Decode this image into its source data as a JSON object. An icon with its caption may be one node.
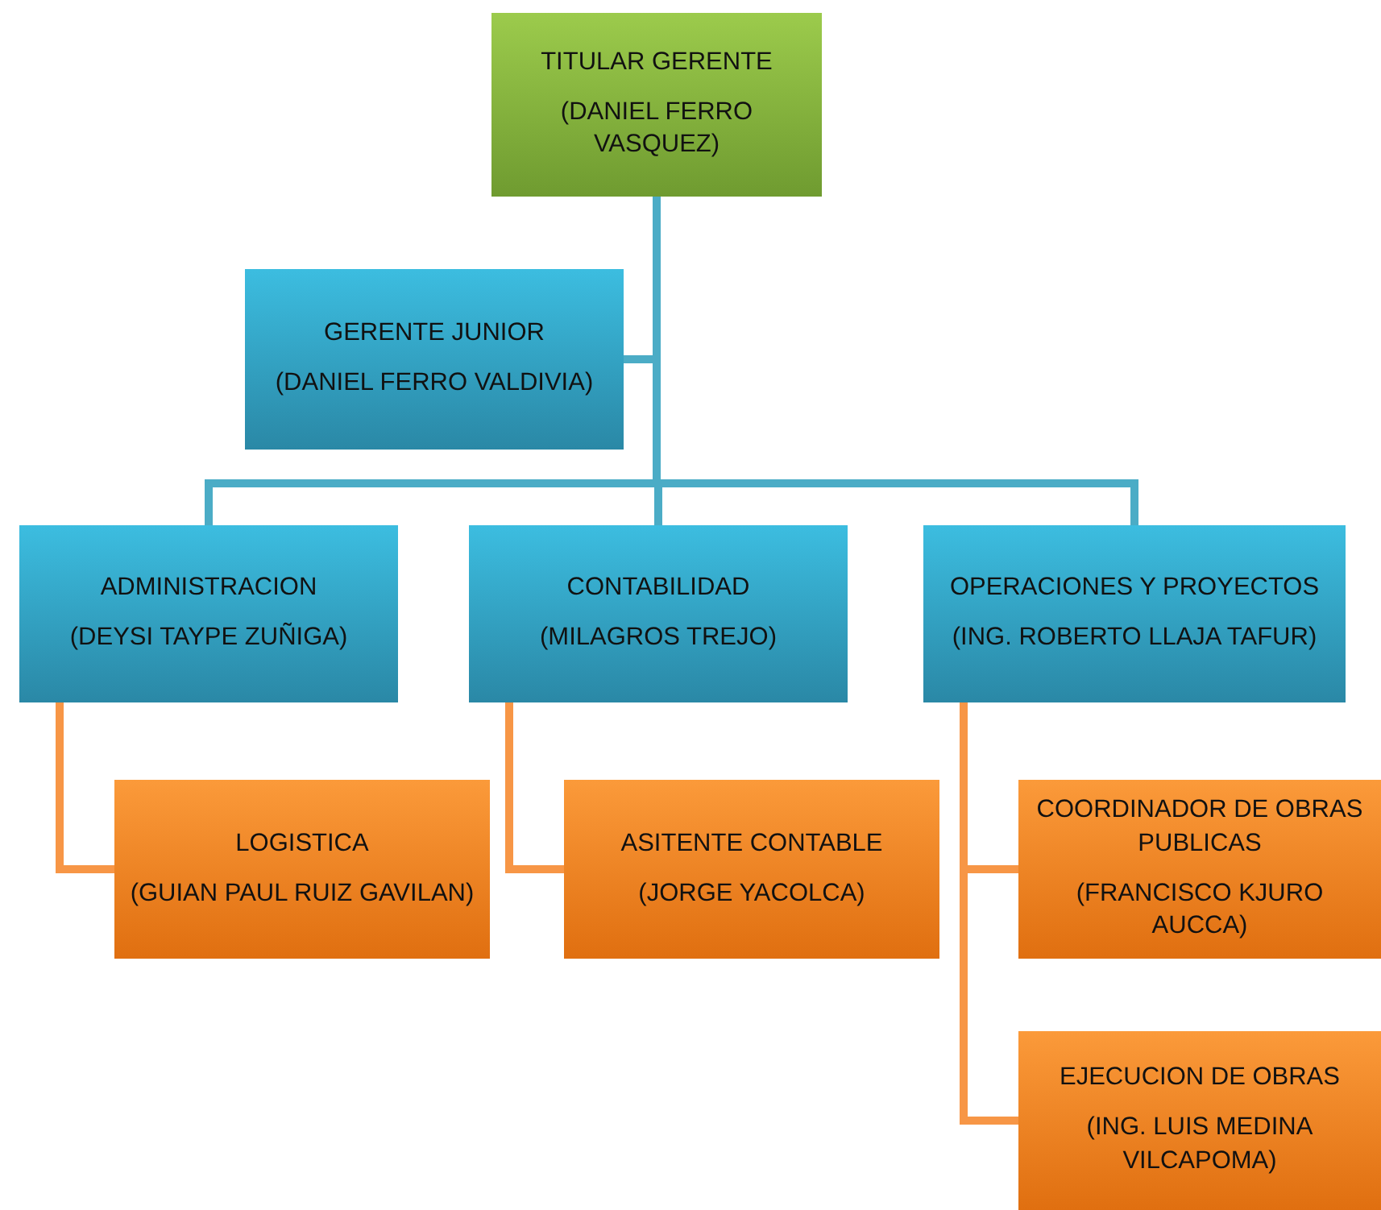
{
  "diagram": {
    "nodes": [
      {
        "text": [
          "TITULAR GERENTE",
          "(DANIEL FERRO VASQUEZ)"
        ]
      },
      {
        "text": [
          "GERENTE JUNIOR",
          "(DANIEL FERRO VALDIVIA)"
        ]
      },
      {
        "text": [
          "ADMINISTRACION",
          "(DEYSI TAYPE ZUÑIGA)"
        ]
      },
      {
        "text": [
          "CONTABILIDAD",
          "(MILAGROS TREJO)"
        ]
      },
      {
        "text": [
          "OPERACIONES Y PROYECTOS",
          "(ING. ROBERTO LLAJA TAFUR)"
        ]
      },
      {
        "text": [
          "LOGISTICA",
          "(GUIAN PAUL RUIZ GAVILAN)"
        ]
      },
      {
        "text": [
          "ASITENTE CONTABLE",
          "(JORGE YACOLCA)"
        ]
      },
      {
        "text": [
          "COORDINADOR DE OBRAS PUBLICAS",
          "(FRANCISCO KJURO AUCCA)"
        ]
      },
      {
        "text": [
          "EJECUCION DE OBRAS",
          "(ING. LUIS MEDINA VILCAPOMA)"
        ]
      }
    ],
    "edges": [
      {
        "from": 0,
        "to": 1,
        "arrow": "none"
      },
      {
        "from": 0,
        "to": 2,
        "arrow": "none"
      },
      {
        "from": 0,
        "to": 3,
        "arrow": "none"
      },
      {
        "from": 0,
        "to": 4,
        "arrow": "none"
      },
      {
        "from": 2,
        "to": 5,
        "arrow": "none",
        "color": "#f79646"
      },
      {
        "from": 3,
        "to": 6,
        "arrow": "none",
        "color": "#f79646"
      },
      {
        "from": 4,
        "to": 7,
        "arrow": "none",
        "color": "#f79646"
      },
      {
        "from": 4,
        "to": 8,
        "arrow": "none",
        "color": "#f79646"
      }
    ]
  }
}
